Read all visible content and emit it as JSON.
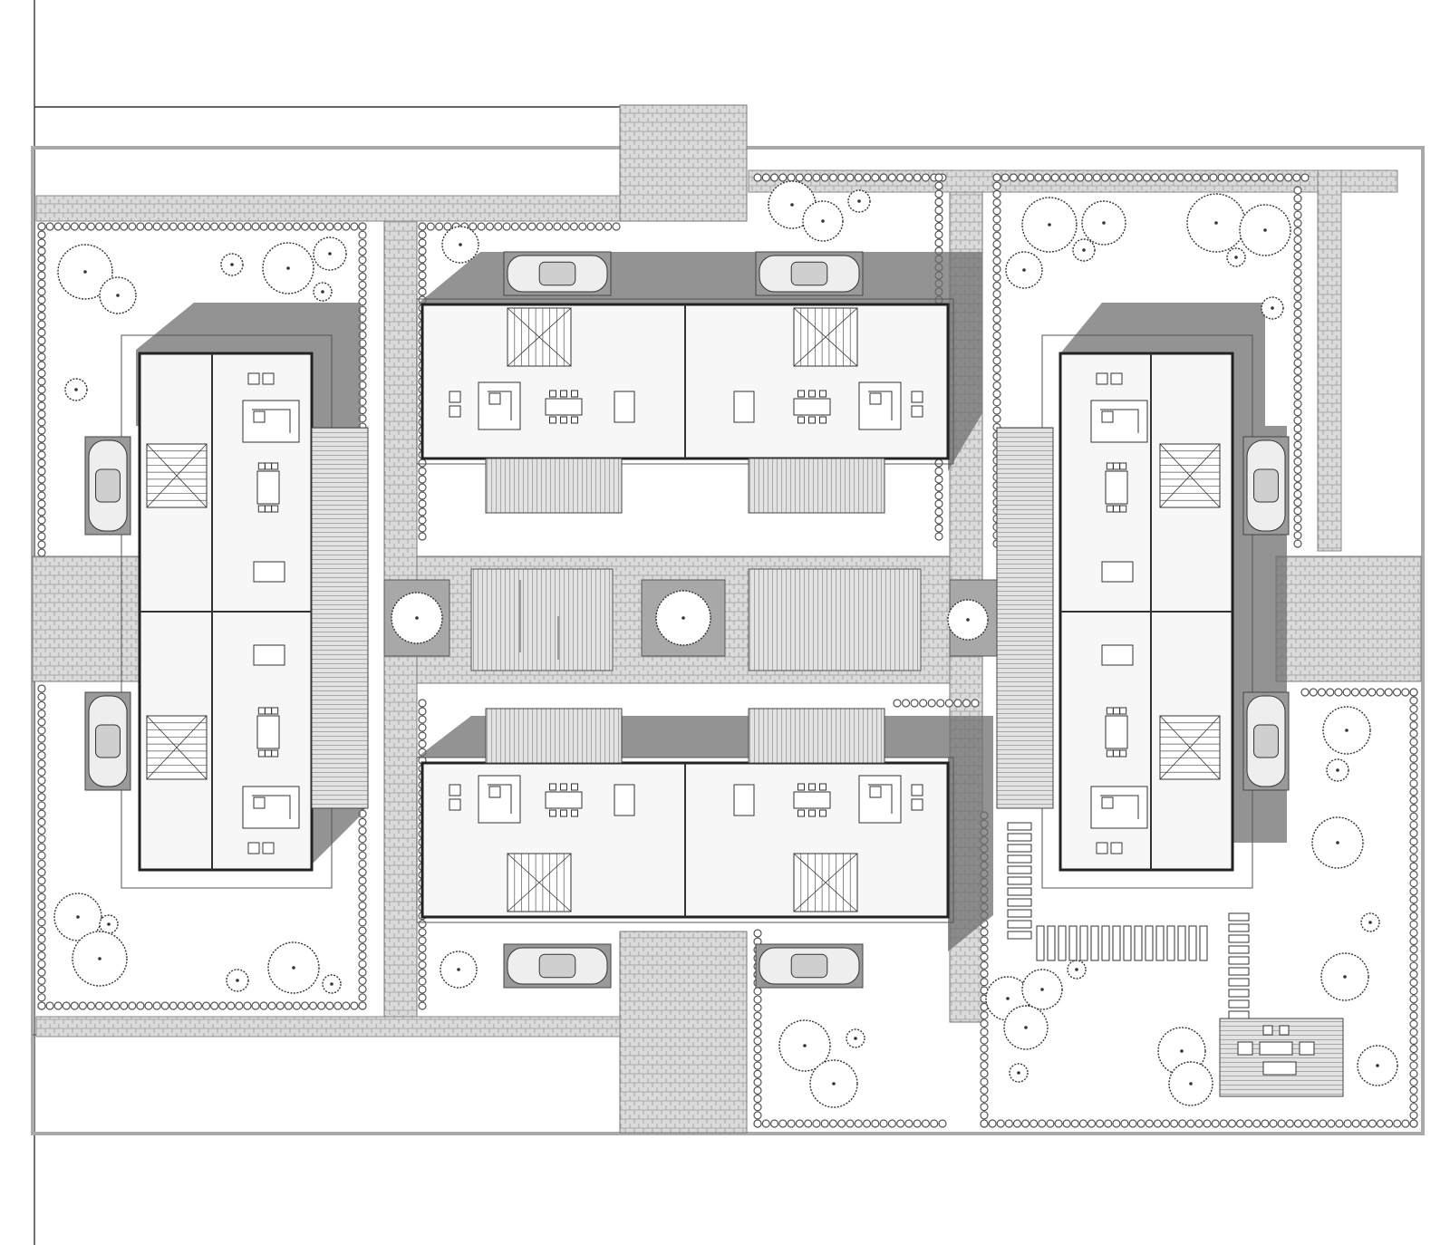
{
  "drawing": {
    "kind": "site-plan",
    "labels": [],
    "colors": {
      "background": "#ffffff",
      "line": "#333333",
      "shadow": "#6f6f6f",
      "paving": "#d6d6d6",
      "parking": "#9a9a9a",
      "interior": "#f7f7f7",
      "hedge": "#555555"
    },
    "houses": [
      {
        "id": "house-west",
        "orientation": "vertical",
        "units": 2,
        "has_car": true
      },
      {
        "id": "house-north",
        "orientation": "horizontal",
        "units": 2,
        "has_car": true
      },
      {
        "id": "house-south",
        "orientation": "horizontal",
        "units": 2,
        "has_car": true
      },
      {
        "id": "house-east",
        "orientation": "vertical",
        "units": 2,
        "has_car": true
      }
    ],
    "central_plazas": 3,
    "icons": [
      "tree-icon",
      "car-icon",
      "stair-icon",
      "table-icon",
      "sofa-icon",
      "hedge-icon"
    ]
  }
}
